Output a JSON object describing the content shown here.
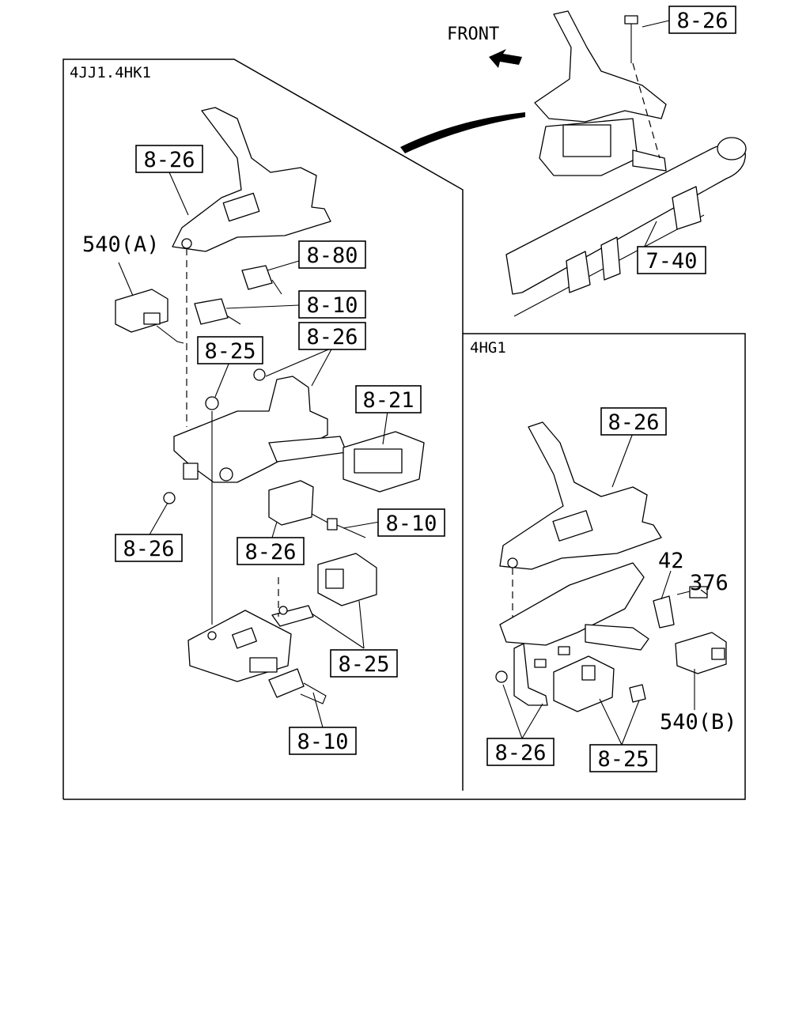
{
  "front_label": "FRONT",
  "section_labels": {
    "engines_main": "4JJ1.4HK1",
    "engine_alt": "4HG1"
  },
  "callouts": {
    "c_top_826": "8-26",
    "c_740": "7-40",
    "c_main_826_a": "8-26",
    "c_880": "8-80",
    "c_810_a": "8-10",
    "c_825_a": "8-25",
    "c_826_b": "8-26",
    "c_821": "8-21",
    "c_810_b": "8-10",
    "c_826_c": "8-26",
    "c_826_d": "8-26",
    "c_825_b": "8-25",
    "c_810_c": "8-10",
    "c_alt_826_a": "8-26",
    "c_alt_826_b": "8-26",
    "c_alt_825": "8-25"
  },
  "part_numbers": {
    "p540a": "540(A)",
    "p540b": "540(B)",
    "p42": "42",
    "p376": "376"
  },
  "icons": {
    "front_arrow": "arrow-up-left-icon",
    "callout_arrow": "curved-arrow-icon"
  }
}
